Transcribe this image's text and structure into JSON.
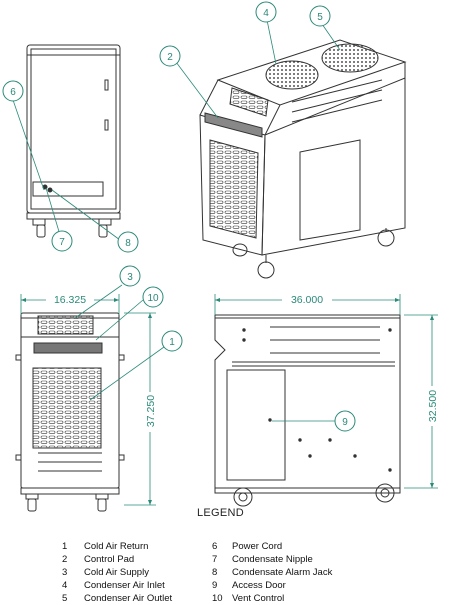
{
  "callouts": [
    "1",
    "2",
    "3",
    "4",
    "5",
    "6",
    "7",
    "8",
    "9",
    "10"
  ],
  "dimensions": {
    "front_width": "16.325",
    "front_height": "37.250",
    "side_width": "36.000",
    "side_height": "32.500"
  },
  "legend_title": "LEGEND",
  "legend": [
    {
      "num": "1",
      "label": "Cold Air Return"
    },
    {
      "num": "2",
      "label": "Control Pad"
    },
    {
      "num": "3",
      "label": "Cold Air Supply"
    },
    {
      "num": "4",
      "label": "Condenser Air Inlet"
    },
    {
      "num": "5",
      "label": "Condenser Air Outlet"
    },
    {
      "num": "6",
      "label": "Power Cord"
    },
    {
      "num": "7",
      "label": "Condensate Nipple"
    },
    {
      "num": "8",
      "label": "Condensate Alarm Jack"
    },
    {
      "num": "9",
      "label": "Access Door"
    },
    {
      "num": "10",
      "label": "Vent Control"
    }
  ],
  "colors": {
    "callout": "#2a8a7a",
    "line": "#333333"
  }
}
